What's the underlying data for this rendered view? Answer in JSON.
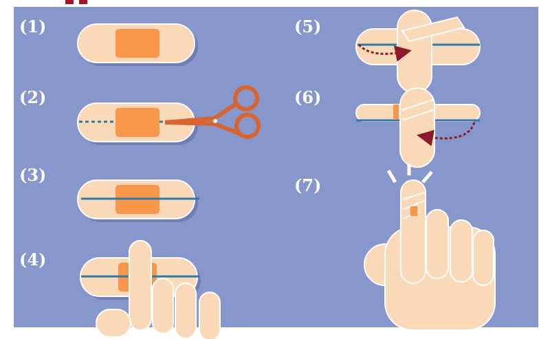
{
  "colors": {
    "background": "#8797CB",
    "bandage": "#FAD9B8",
    "pad": "#F7954A",
    "line": "#2A7BA8",
    "arrow": "#8B1A2B",
    "scissors": "#D9642E",
    "skin": "#F9DDBF"
  },
  "steps": [
    {
      "label": "(1)"
    },
    {
      "label": "(2)"
    },
    {
      "label": "(3)"
    },
    {
      "label": "(4)"
    },
    {
      "label": "(5)"
    },
    {
      "label": "(6)"
    },
    {
      "label": "(7)"
    }
  ]
}
